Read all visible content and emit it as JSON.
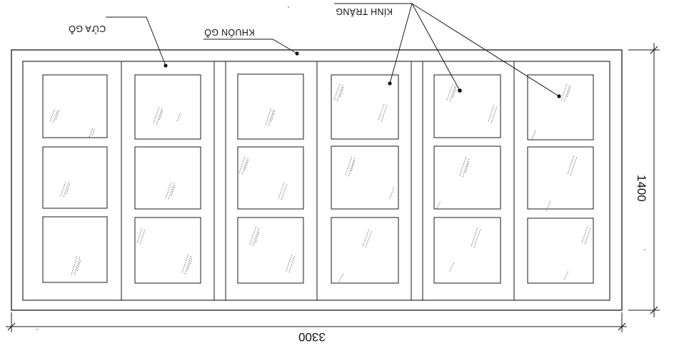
{
  "labels": {
    "door": "CỬA GỖ",
    "frame": "KHUÔN GỖ",
    "glass": "KÍNH TRẮNG"
  },
  "dimensions": {
    "width": "3300",
    "height": "1400"
  },
  "layout": {
    "panel_groups": 3,
    "leaves_per_group": 2,
    "glass_panes_per_leaf": 3
  }
}
